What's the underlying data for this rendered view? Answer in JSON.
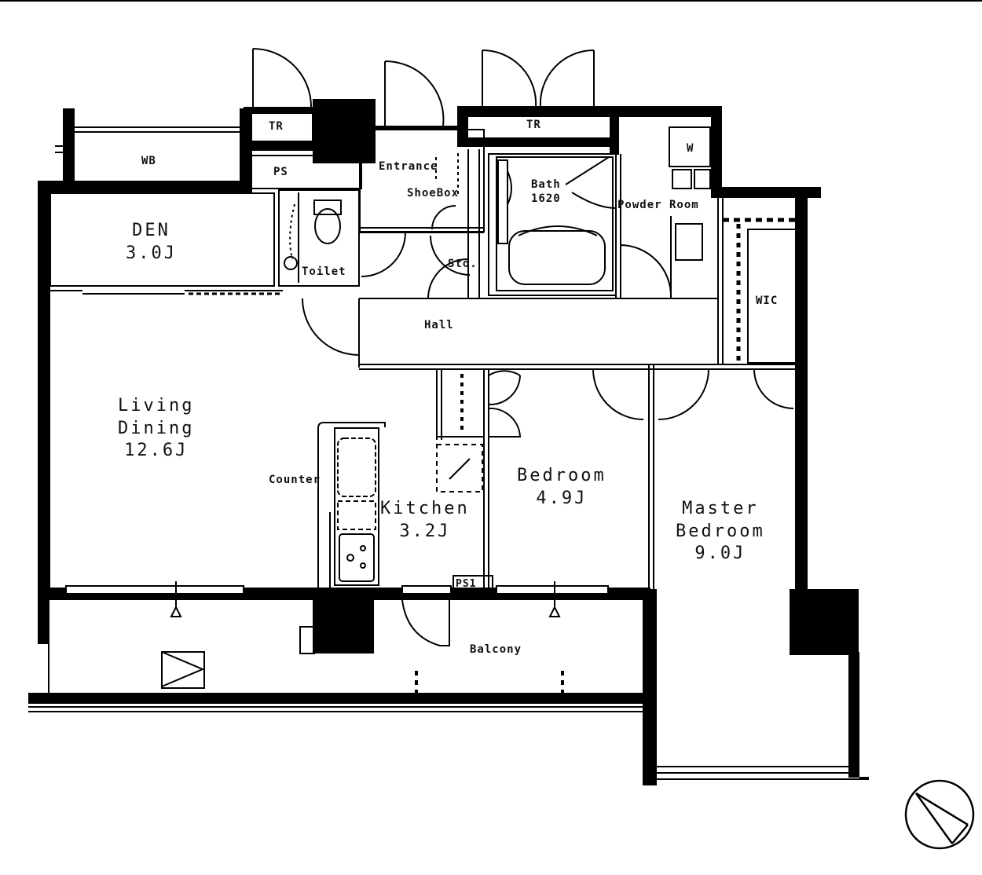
{
  "plan": {
    "rooms": {
      "den": {
        "name": "DEN",
        "area": "3.0J"
      },
      "living": {
        "name1": "Living",
        "name2": "Dining",
        "area": "12.6J"
      },
      "kitchen": {
        "name": "Kitchen",
        "area": "3.2J"
      },
      "bedroom": {
        "name": "Bedroom",
        "area": "4.9J"
      },
      "master": {
        "name1": "Master",
        "name2": "Bedroom",
        "area": "9.0J"
      }
    },
    "labels": {
      "wb": "WB",
      "tr1": "TR",
      "tr2": "TR",
      "ps": "PS",
      "toilet": "Toilet",
      "entrance": "Entrance",
      "shoebox": "ShoeBox",
      "sto": "Sto.",
      "bath": "Bath",
      "bath_size": "1620",
      "powder": "Powder Room",
      "w": "W",
      "wic": "WIC",
      "hall": "Hall",
      "counter": "Counter",
      "ps1": "PS1",
      "balcony": "Balcony"
    },
    "compass": "north-arrow"
  }
}
